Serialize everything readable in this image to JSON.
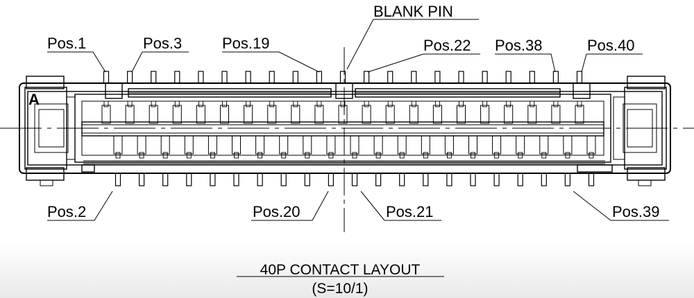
{
  "labels": {
    "blank_pin": "BLANK PIN",
    "pos1": "Pos.1",
    "pos3": "Pos.3",
    "pos19": "Pos.19",
    "pos22": "Pos.22",
    "pos38": "Pos.38",
    "pos40": "Pos.40",
    "pos2": "Pos.2",
    "pos20": "Pos.20",
    "pos21": "Pos.21",
    "pos39": "Pos.39",
    "corner_mark": "A"
  },
  "title": {
    "main": "40P CONTACT LAYOUT",
    "scale": "(S=10/1)"
  },
  "layout": {
    "total_positions": 40,
    "pins_per_row": 21,
    "blank_pin_count": 1
  }
}
